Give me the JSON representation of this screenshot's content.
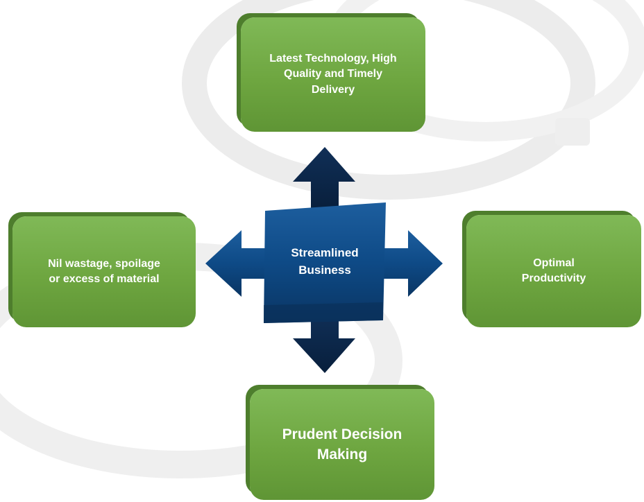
{
  "center": {
    "label": "Streamlined Business",
    "color": "#0e4a86"
  },
  "boxes": {
    "top": "Latest Technology, High Quality and Timely Delivery",
    "left": "Nil wastage, spoilage or excess of material",
    "right": "Optimal Productivity",
    "bottom": "Prudent Decision Making"
  },
  "colors": {
    "box_green": "#6ea640",
    "box_green_dark": "#4e7e2d",
    "arrow_navy": "#0e3f73"
  },
  "icons": {
    "arrows": "four-way-arrow-icon"
  }
}
